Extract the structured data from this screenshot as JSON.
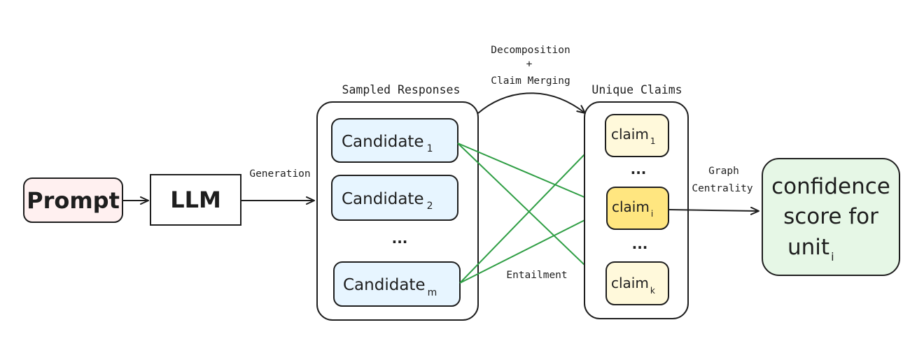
{
  "nodes": {
    "prompt": {
      "label": "Prompt",
      "fill": "#fff0f0"
    },
    "llm": {
      "label": "LLM",
      "fill": "#ffffff"
    },
    "sampled_responses": {
      "title": "Sampled Responses",
      "candidates": [
        {
          "label": "Candidate",
          "sub": "1"
        },
        {
          "label": "Candidate",
          "sub": "2"
        },
        {
          "label": "Candidate",
          "sub": "m"
        }
      ],
      "ellipsis": "...",
      "fill": "#e7f5ff"
    },
    "unique_claims": {
      "title": "Unique Claims",
      "claims": [
        {
          "label": "claim",
          "sub": "1",
          "fill": "#fff9db"
        },
        {
          "label": "claim",
          "sub": "i",
          "fill": "#ffe680"
        },
        {
          "label": "claim",
          "sub": "k",
          "fill": "#fff9db"
        }
      ],
      "ellipsis_top": "...",
      "ellipsis_bottom": "..."
    },
    "confidence": {
      "line1": "confidence",
      "line2": "score for",
      "line3": "unit",
      "sub": "i",
      "fill": "#e6f7e6"
    }
  },
  "edges": {
    "generation_label": "Generation",
    "decomposition_line1": "Decomposition",
    "decomposition_line2": "+",
    "decomposition_line3": "Claim Merging",
    "graph_line1": "Graph",
    "graph_line2": "Centrality",
    "entailment_label": "Entailment",
    "entailment_color": "#2f9e44"
  }
}
